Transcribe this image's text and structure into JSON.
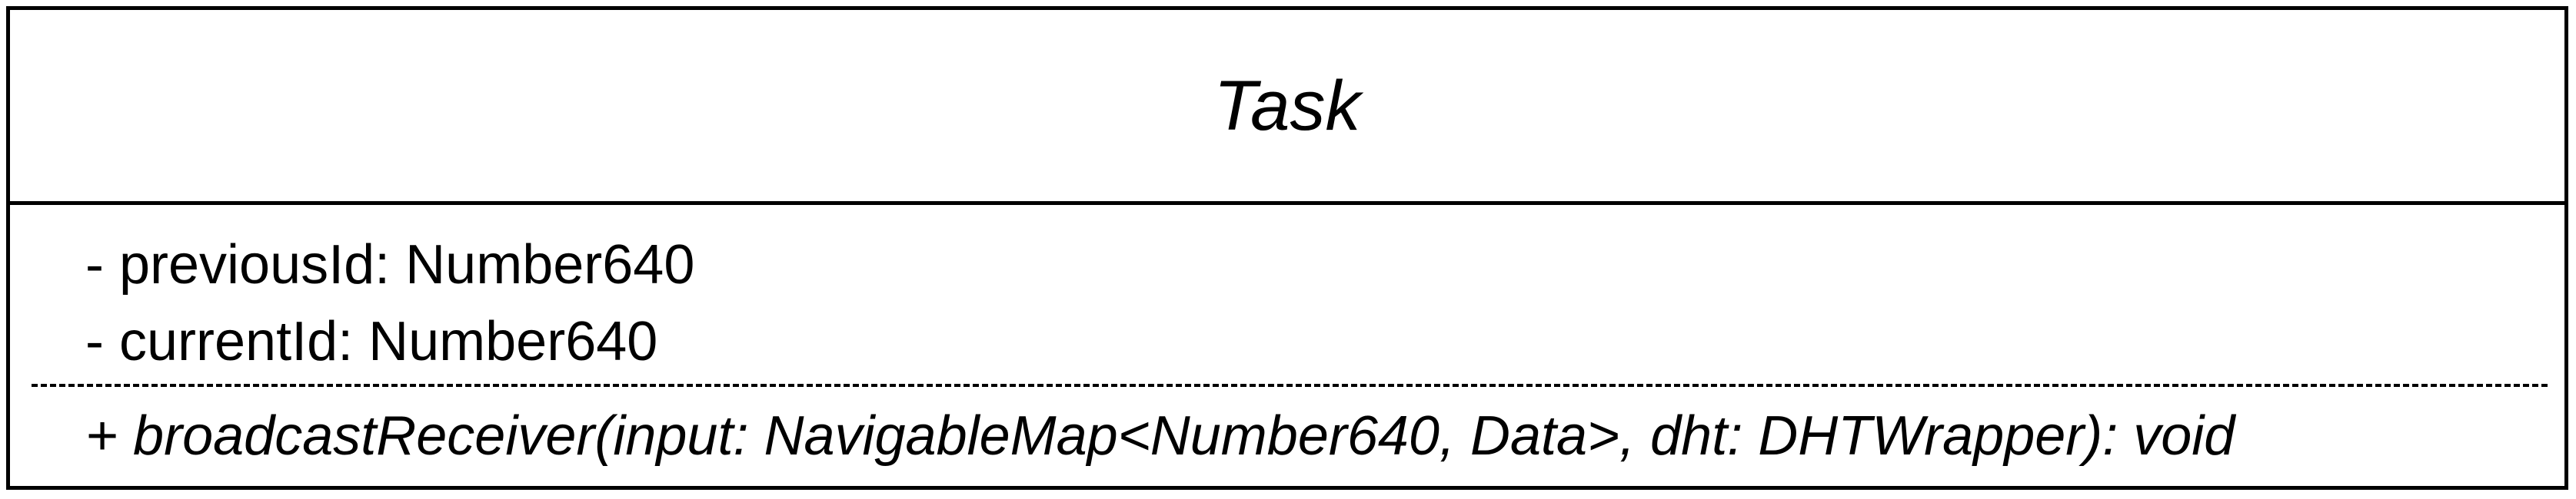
{
  "class": {
    "name": "Task",
    "attributes": [
      "- previousId: Number640",
      "- currentId: Number640"
    ],
    "operations": [
      "+ broadcastReceiver(input: NavigableMap<Number640, Data>, dht: DHTWrapper): void"
    ]
  }
}
